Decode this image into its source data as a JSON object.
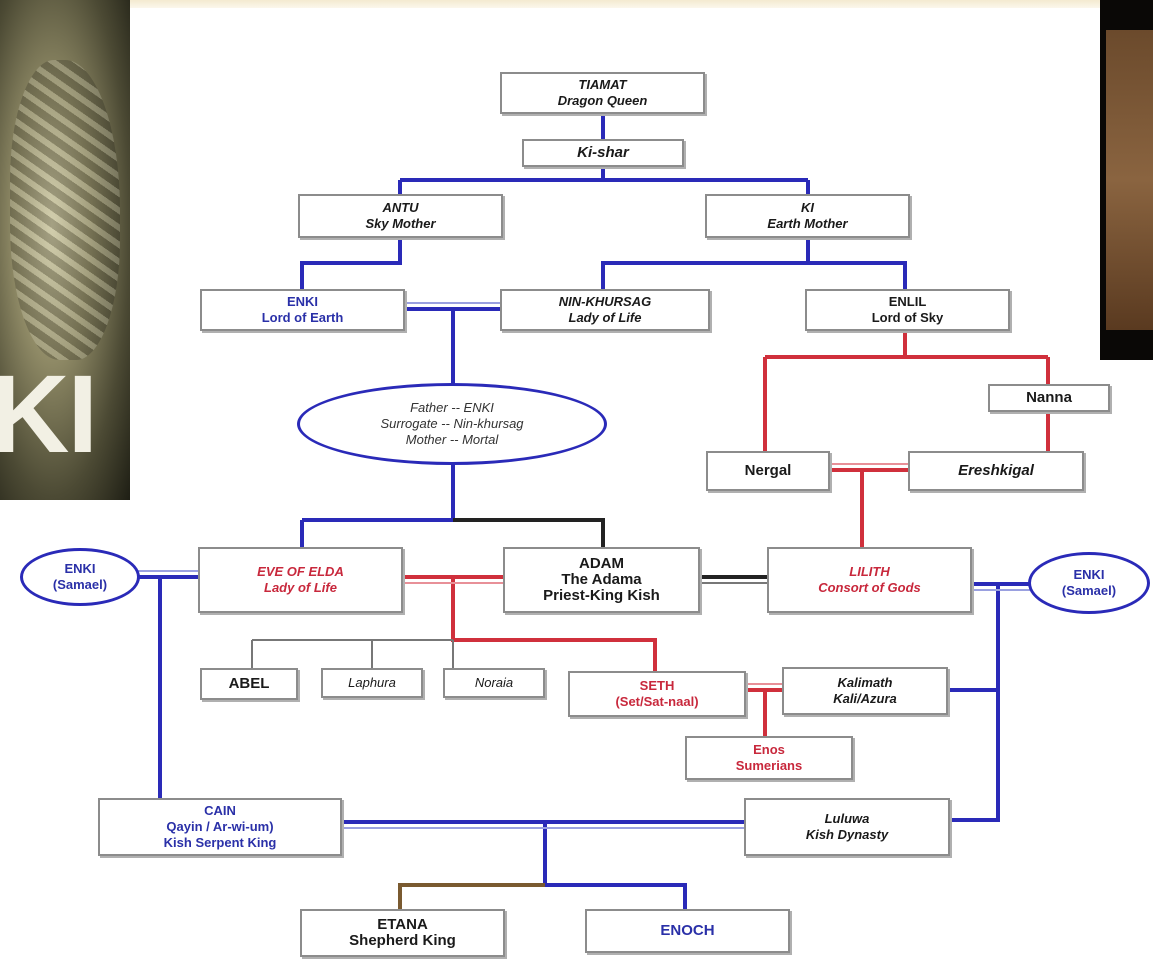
{
  "photos": {
    "left_caption": "KI"
  },
  "nodes": {
    "tiamat": [
      "TIAMAT",
      "Dragon Queen"
    ],
    "kishar": [
      "Ki-shar"
    ],
    "antu": [
      "ANTU",
      "Sky Mother"
    ],
    "ki": [
      "KI",
      "Earth Mother"
    ],
    "enki": [
      "ENKI",
      "Lord of Earth"
    ],
    "ninkhursag": [
      "NIN-KHURSAG",
      "Lady of Life"
    ],
    "enlil": [
      "ENLIL",
      "Lord of Sky"
    ],
    "surrogate": [
      "Father -- ENKI",
      "Surrogate -- Nin-khursag",
      "Mother -- Mortal"
    ],
    "nanna": [
      "Nanna"
    ],
    "nergal": [
      "Nergal"
    ],
    "ereshkigal": [
      "Ereshkigal"
    ],
    "enki_samael_left": [
      "ENKI",
      "(Samael)"
    ],
    "eve": [
      "EVE OF ELDA",
      "Lady of Life"
    ],
    "adam": [
      "ADAM",
      "The Adama",
      "Priest-King Kish"
    ],
    "lilith": [
      "LILITH",
      "Consort of Gods"
    ],
    "enki_samael_right": [
      "ENKI",
      "(Samael)"
    ],
    "abel": [
      "ABEL"
    ],
    "laphura": [
      "Laphura"
    ],
    "noraia": [
      "Noraia"
    ],
    "seth": [
      "SETH",
      "(Set/Sat-naal)"
    ],
    "kalimath": [
      "Kalimath",
      "Kali/Azura"
    ],
    "enos": [
      "Enos",
      "Sumerians"
    ],
    "cain": [
      "CAIN",
      "Qayin / Ar-wi-um)",
      "Kish Serpent King"
    ],
    "luluwa": [
      "Luluwa",
      "Kish Dynasty"
    ],
    "etana": [
      "ETANA",
      "Shepherd King"
    ],
    "enoch": [
      "ENOCH"
    ]
  },
  "colors": {
    "blue_line": "#2a2ab8",
    "red_line": "#d0303c",
    "black_line": "#222222",
    "gray_line": "#777777",
    "brown_line": "#7a5a30",
    "border": "#8c8c8c"
  }
}
